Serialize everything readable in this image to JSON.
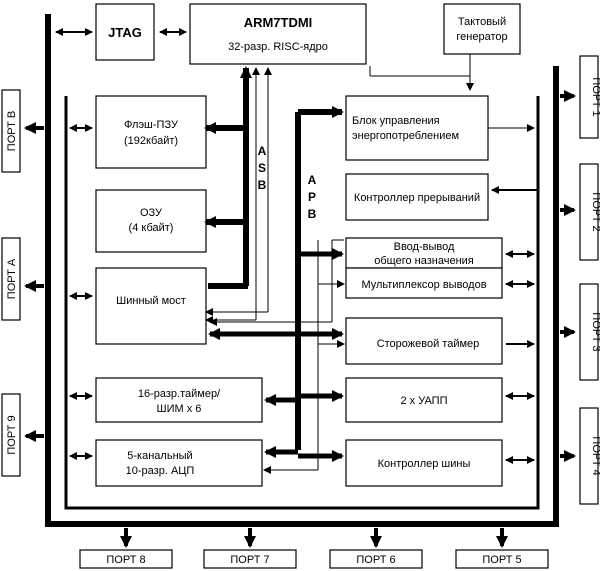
{
  "blocks": {
    "jtag": "JTAG",
    "cpu_title": "ARM7TDMI",
    "cpu_sub": "32-разр. RISC-ядро",
    "clock_1": "Тактовый",
    "clock_2": "генератор",
    "flash_1": "Флэш-ПЗУ",
    "flash_2": "(192кбайт)",
    "ram_1": "ОЗУ",
    "ram_2": "(4 кбайт)",
    "bridge": "Шинный мост",
    "timer_1": "16-разр.таймер/",
    "timer_2": "ШИМ x 6",
    "adc_1": "5-канальный",
    "adc_2": "10-разр. АЦП",
    "power_1": "Блок управления",
    "power_2": "энергопотреблением",
    "irq": "Контроллер прерываний",
    "gpio_1": "Ввод-вывод",
    "gpio_2": "общего назначения",
    "mux": "Мультиплексор выводов",
    "wdt": "Сторожевой таймер",
    "uart": "2 x УАПП",
    "busctl": "Контроллер шины"
  },
  "bus_labels": {
    "asb": [
      "A",
      "S",
      "B"
    ],
    "apb": [
      "A",
      "P",
      "B"
    ]
  },
  "ports": {
    "b": "ПОРТ B",
    "a": "ПОРТ A",
    "p9": "ПОРТ 9",
    "p1": "ПОРТ 1",
    "p2": "ПОРТ 2",
    "p3": "ПОРТ 3",
    "p4": "ПОРТ 4",
    "p8": "ПОРТ 8",
    "p7": "ПОРТ 7",
    "p6": "ПОРТ 6",
    "p5": "ПОРТ 5"
  }
}
